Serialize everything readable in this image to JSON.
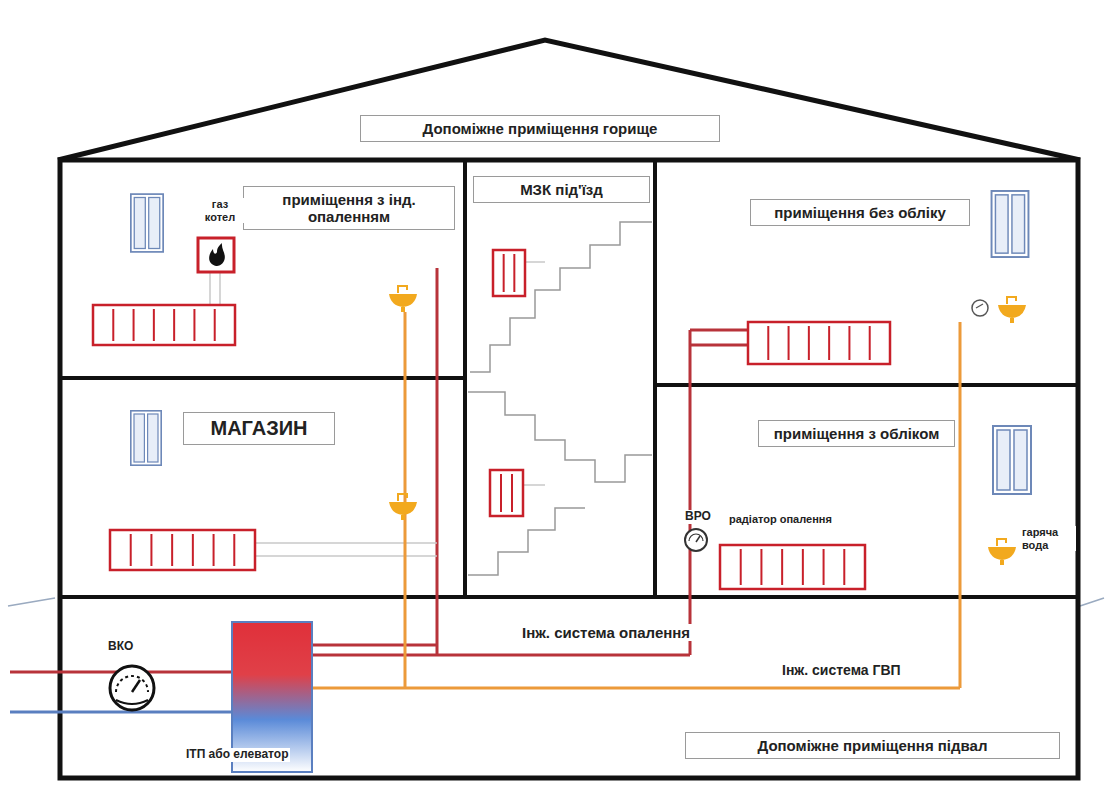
{
  "diagram": {
    "nodes": [
      {
        "text": [
          "Допоміжне приміщення горище"
        ]
      },
      {
        "text": [
          "приміщення з інд. опаленням"
        ]
      },
      {
        "text": [
          "МЗК під'їзд"
        ]
      },
      {
        "text": [
          "приміщення без обліку"
        ]
      },
      {
        "text": [
          "МАГАЗИН"
        ]
      },
      {
        "text": [
          "приміщення з обліком"
        ]
      },
      {
        "text": [
          "Допоміжне приміщення підвал"
        ]
      }
    ],
    "labels": [
      "газ котел",
      "ВРО",
      "радіатор опалення",
      "гаряча вода",
      "Інж. система опалення",
      "Інж. система ГВП",
      "ВКО",
      "ІТП або елеватор"
    ]
  }
}
